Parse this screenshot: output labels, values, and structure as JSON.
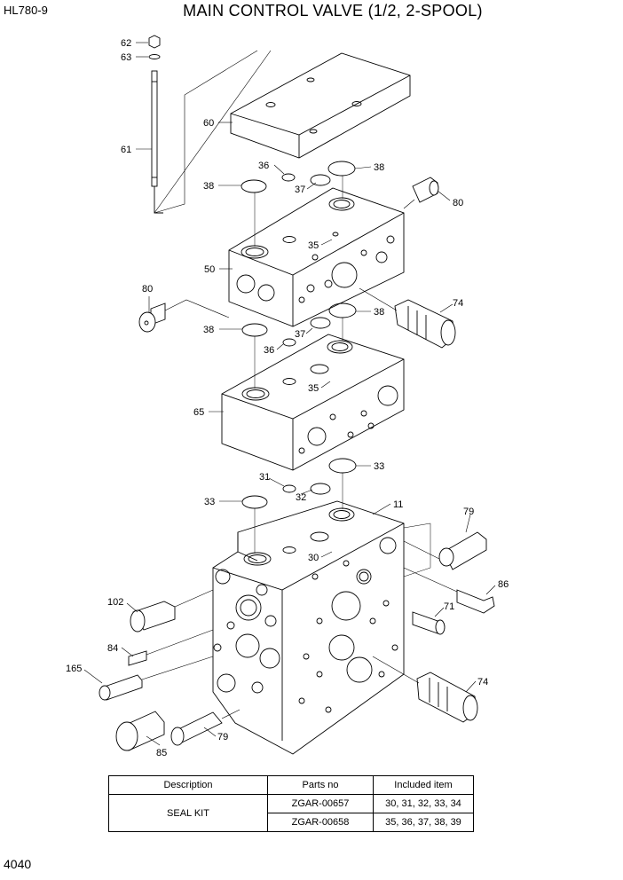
{
  "header": {
    "model": "HL780-9",
    "title": "MAIN CONTROL VALVE (1/2, 2-SPOOL)"
  },
  "callouts": {
    "c62": "62",
    "c63": "63",
    "c61": "61",
    "c60": "60",
    "c36a": "36",
    "c38a": "38",
    "c38b": "38",
    "c37a": "37",
    "c80a": "80",
    "c35a": "35",
    "c50": "50",
    "c80b": "80",
    "c74a": "74",
    "c38c": "38",
    "c37b": "37",
    "c38d": "38",
    "c36b": "36",
    "c35b": "35",
    "c65": "65",
    "c33a": "33",
    "c31": "31",
    "c32": "32",
    "c33b": "33",
    "c11": "11",
    "c79a": "79",
    "c30": "30",
    "c86": "86",
    "c102": "102",
    "c71": "71",
    "c84": "84",
    "c165": "165",
    "c74b": "74",
    "c85": "85",
    "c79b": "79"
  },
  "table": {
    "headers": [
      "Description",
      "Parts no",
      "Included item"
    ],
    "description": "SEAL KIT",
    "rows": [
      {
        "part_no": "ZGAR-00657",
        "items": "30, 31, 32, 33, 34"
      },
      {
        "part_no": "ZGAR-00658",
        "items": "35, 36, 37, 38, 39"
      }
    ]
  },
  "footer": {
    "page": "4040"
  }
}
